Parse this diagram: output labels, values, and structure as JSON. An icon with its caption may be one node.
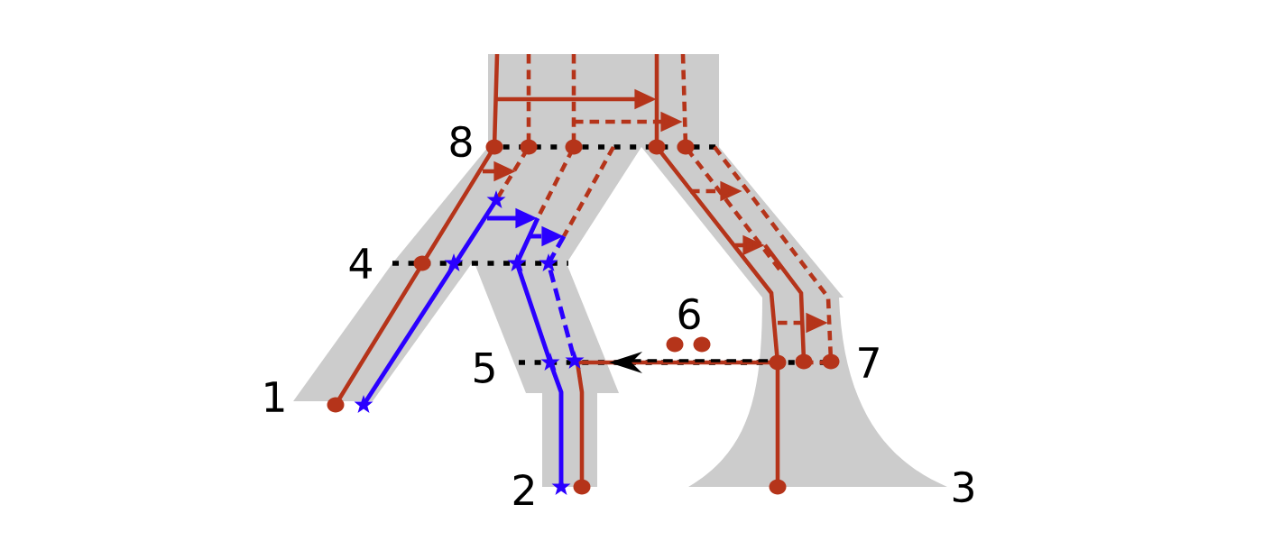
{
  "diagram": {
    "labels": [
      "8",
      "4",
      "6",
      "5",
      "7",
      "1",
      "2",
      "3"
    ]
  }
}
